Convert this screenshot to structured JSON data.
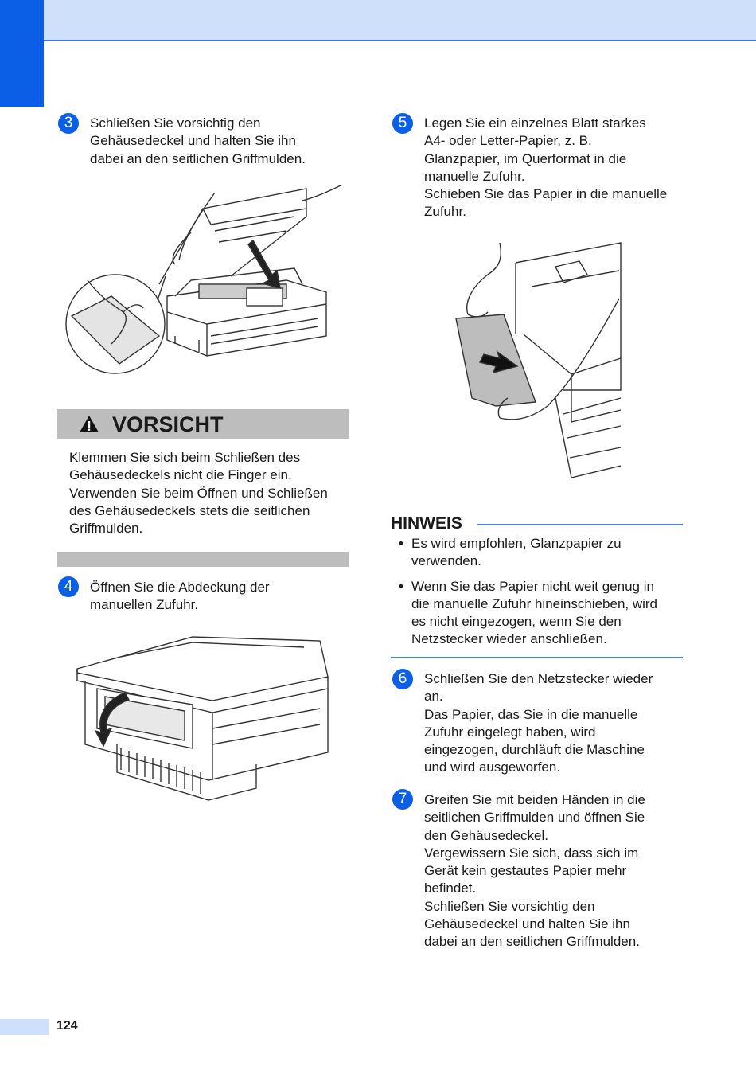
{
  "steps": {
    "s3": {
      "number": "3",
      "lines": [
        "Schließen Sie vorsichtig den",
        "Gehäusedeckel und halten Sie ihn",
        "dabei an den seitlichen Griffmulden."
      ]
    },
    "s4": {
      "number": "4",
      "lines": [
        "Öffnen Sie die Abdeckung der",
        "manuellen Zufuhr."
      ]
    },
    "s5": {
      "number": "5",
      "lines": [
        "Legen Sie ein einzelnes Blatt starkes",
        "A4- oder Letter-Papier, z. B.",
        "Glanzpapier, im Querformat in die",
        "manuelle Zufuhr.",
        "Schieben Sie das Papier in die manuelle",
        "Zufuhr."
      ]
    },
    "s6": {
      "number": "6",
      "lines": [
        "Schließen Sie den Netzstecker wieder",
        "an.",
        "Das Papier, das Sie in die manuelle",
        "Zufuhr eingelegt haben, wird",
        "eingezogen, durchläuft die Maschine",
        "und wird ausgeworfen."
      ]
    },
    "s7": {
      "number": "7",
      "lines": [
        "Greifen Sie mit beiden Händen in die",
        "seitlichen Griffmulden und öffnen Sie",
        "den Gehäusedeckel.",
        "Vergewissern Sie sich, dass sich im",
        "Gerät kein gestautes Papier mehr",
        "befindet.",
        "Schließen Sie vorsichtig den",
        "Gehäusedeckel und halten Sie ihn",
        "dabei an den seitlichen Griffmulden."
      ]
    }
  },
  "caution": {
    "title": "VORSICHT",
    "icon": "warning-triangle-icon",
    "lines": [
      "Klemmen Sie sich beim Schließen des",
      "Gehäusedeckels nicht die Finger ein.",
      "Verwenden Sie beim Öffnen und Schließen",
      "des Gehäusedeckels stets die seitlichen",
      "Griffmulden."
    ]
  },
  "note": {
    "title": "HINWEIS",
    "items": [
      {
        "lines": [
          "Es wird empfohlen, Glanzpapier zu",
          "verwenden."
        ]
      },
      {
        "lines": [
          "Wenn Sie das Papier nicht weit genug in",
          "die manuelle Zufuhr hineinschieben, wird",
          "es nicht eingezogen, wenn Sie den",
          "Netzstecker wieder anschließen."
        ]
      }
    ]
  },
  "page_number": "124",
  "colors": {
    "accent": "#0a5fe6",
    "band": "#cfe0fa",
    "caution_bar": "#bdbdbd",
    "rule": "#4a7fd8"
  }
}
